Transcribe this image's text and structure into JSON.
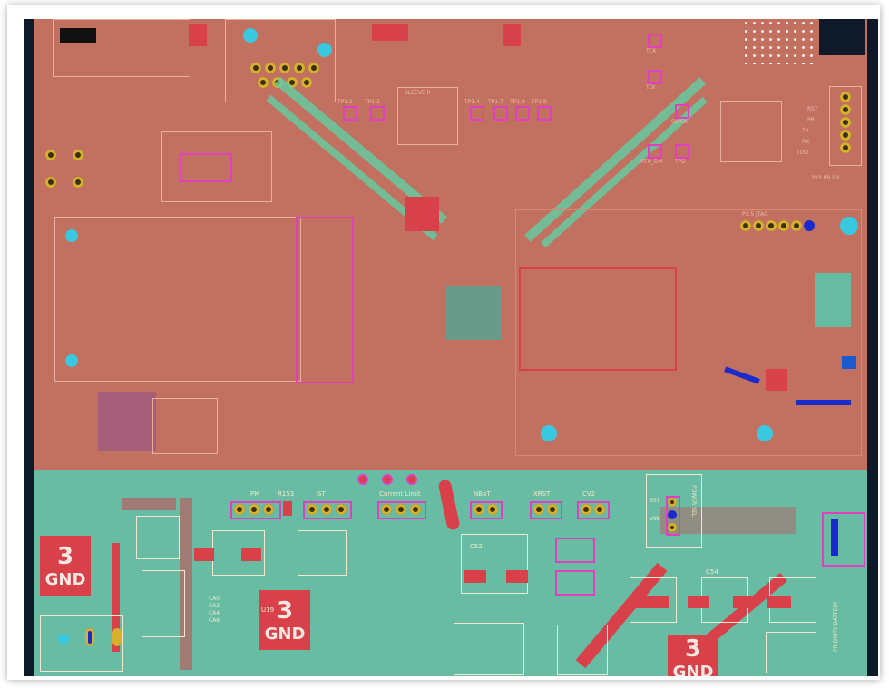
{
  "board": {
    "colors": {
      "top_copper": "#c27060",
      "bottom_copper": "#68bca4",
      "pad": "#d8404a",
      "outline": "#e040c0",
      "mount_hole": "#38c8e0",
      "via": "#d8b030"
    },
    "top_labels": {
      "tp1": "TP1.1",
      "tp2": "TP1.2",
      "tp3": "TP1.4",
      "tp4": "TP1.7",
      "tp5": "TP1.8",
      "tp6": "TP1.9",
      "sleeve": "SLEEVE R",
      "tck": "TCK",
      "tdi": "TDI",
      "swck": "SWCK",
      "rtn_dm": "RTN_DM",
      "tpd": "TPD",
      "rst": "RST",
      "pb": "PB",
      "tx": "TX",
      "rx": "RX",
      "tdo": "TDO",
      "header": "P3.5 JTAG",
      "pwr": "3V3 PB RX"
    },
    "bottom_labels": {
      "pm": "PM",
      "r153": "R153",
      "st": "ST",
      "current_limit": "Current Limit",
      "nbat": "NBaT",
      "xrst": "XRST",
      "cv2": "CV2",
      "bst": "BST",
      "vin": "VIN",
      "power_sel": "POWER SEL",
      "c54": "C54",
      "c52": "C52",
      "u19": "U19",
      "ca0": "CA0",
      "ca2": "CA2",
      "ca4": "CA4",
      "ca6": "CA6",
      "gnd1_num": "3",
      "gnd1": "GND",
      "gnd2_num": "3",
      "gnd2": "GND",
      "gnd3_num": "3",
      "gnd3": "GND",
      "priority": "PRIORITY BATTERY"
    }
  }
}
